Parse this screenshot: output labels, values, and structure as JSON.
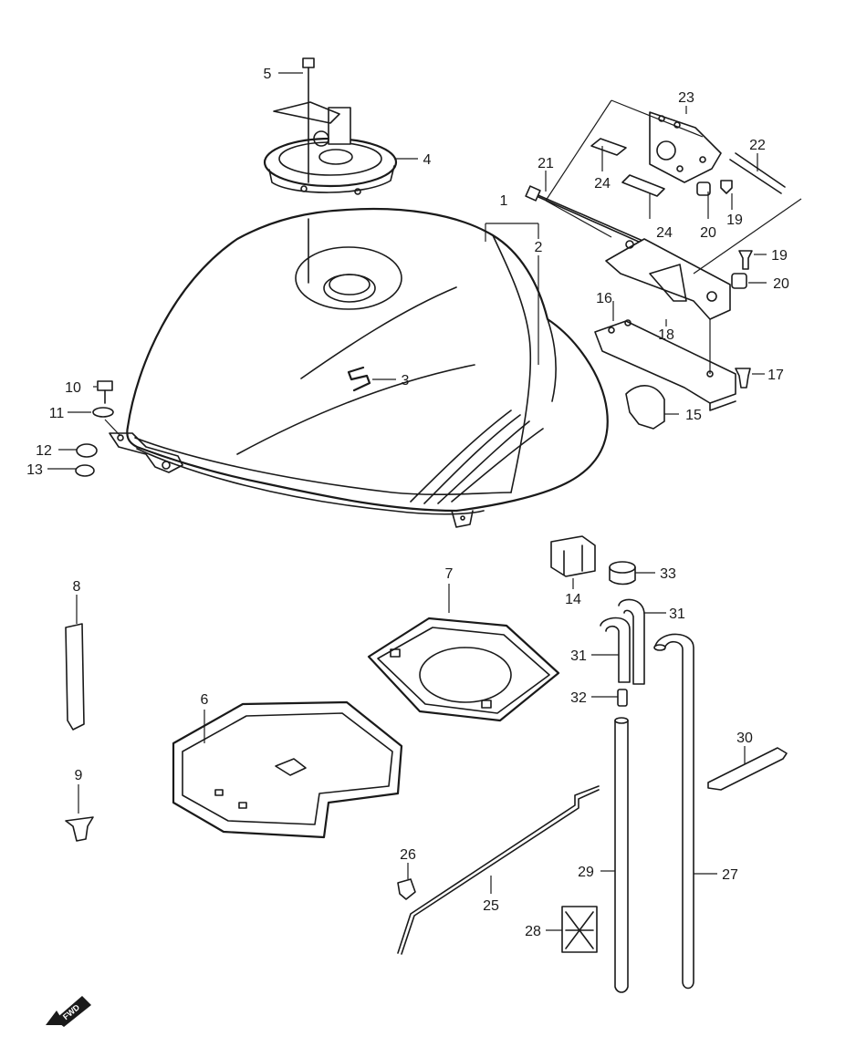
{
  "callouts": {
    "c1": "1",
    "c2": "2",
    "c3": "3",
    "c4": "4",
    "c5": "5",
    "c6": "6",
    "c7": "7",
    "c8": "8",
    "c9": "9",
    "c10": "10",
    "c11": "11",
    "c12": "12",
    "c13": "13",
    "c14": "14",
    "c15": "15",
    "c16": "16",
    "c17": "17",
    "c18": "18",
    "c19a": "19",
    "c19b": "19",
    "c20a": "20",
    "c20b": "20",
    "c21": "21",
    "c22": "22",
    "c23": "23",
    "c24a": "24",
    "c24b": "24",
    "c25": "25",
    "c26": "26",
    "c27": "27",
    "c28": "28",
    "c29": "29",
    "c30": "30",
    "c31a": "31",
    "c31b": "31",
    "c32": "32",
    "c33": "33"
  },
  "fwd_badge": "FWD"
}
